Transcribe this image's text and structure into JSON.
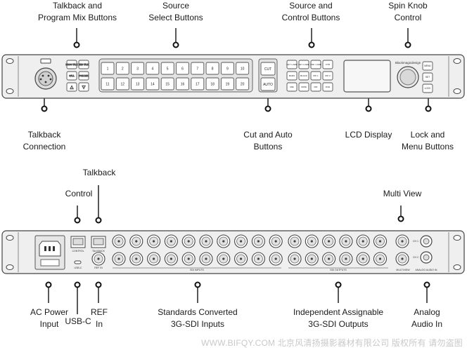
{
  "front_callouts_top": [
    {
      "id": "talkback-mix",
      "line1": "Talkback and",
      "line2": "Program Mix Buttons"
    },
    {
      "id": "source-select",
      "line1": "Source",
      "line2": "Select Buttons"
    },
    {
      "id": "source-control",
      "line1": "Source and",
      "line2": "Control  Buttons"
    },
    {
      "id": "spin-knob",
      "line1": "Spin Knob",
      "line2": "Control"
    }
  ],
  "front_callouts_bottom": [
    {
      "id": "talkback-connection",
      "line1": "Talkback",
      "line2": "Connection"
    },
    {
      "id": "cut-auto",
      "line1": "Cut and Auto",
      "line2": "Buttons"
    },
    {
      "id": "lcd-display",
      "line1": "LCD Display",
      "line2": ""
    },
    {
      "id": "lock-menu",
      "line1": "Lock and",
      "line2": "Menu Buttons"
    }
  ],
  "rear_callouts_top": [
    {
      "id": "talkback",
      "line1": "Talkback"
    },
    {
      "id": "control",
      "line1": "Control"
    },
    {
      "id": "multi-view",
      "line1": "Multi View"
    }
  ],
  "rear_callouts_bottom": [
    {
      "id": "ac-power",
      "line1": "AC Power",
      "line2": "Input"
    },
    {
      "id": "usb-c",
      "line1": "USB-C",
      "line2": ""
    },
    {
      "id": "ref-in",
      "line1": "REF",
      "line2": "In"
    },
    {
      "id": "sdi-inputs",
      "line1": "Standards Converted",
      "line2": "3G-SDI Inputs"
    },
    {
      "id": "sdi-outputs",
      "line1": "Independent Assignable",
      "line2": "3G-SDI Outputs"
    },
    {
      "id": "analog-audio",
      "line1": "Analog",
      "line2": "Audio In"
    }
  ],
  "front_panel": {
    "talkback_buttons": [
      "PROG TALK",
      "ENG TALK",
      "CALL",
      "PGM MIX",
      "△",
      "▽"
    ],
    "source_row1": [
      "1",
      "2",
      "3",
      "4",
      "5",
      "6",
      "7",
      "8",
      "9",
      "10"
    ],
    "source_row2": [
      "11",
      "12",
      "13",
      "14",
      "15",
      "16",
      "17",
      "18",
      "19",
      "20"
    ],
    "cut_label": "CUT",
    "auto_label": "AUTO",
    "control_buttons": [
      "KEY 1 ARE",
      "KEY 2 ARE",
      "DSK 1 ARE",
      "FTB",
      "BARS",
      "BLACK",
      "PIP 1",
      "PIP 2",
      "M/E",
      "WIPE",
      "DIP",
      "DVE"
    ],
    "brand": "Blackmagicdesign",
    "menu_buttons": [
      "MENU",
      "SET",
      "LOCK"
    ]
  },
  "rear_panel": {
    "usb_label": "USB-C",
    "control_label": "CONTROL",
    "talkback_label": "TALKBACK",
    "ref_label": "REF IN",
    "sdi_in_label": "SDI INPUTS",
    "sdi_out_label": "SDI OUTPUTS",
    "mv_label": "MULTIVIEW",
    "audio_label": "ANALOG AUDIO IN",
    "ch1": "CH 1",
    "ch2": "CH 2"
  },
  "watermark": "WWW.BIFQY.COM 北京风清扬摄影器材有限公司 版权所有 请勿盗图"
}
